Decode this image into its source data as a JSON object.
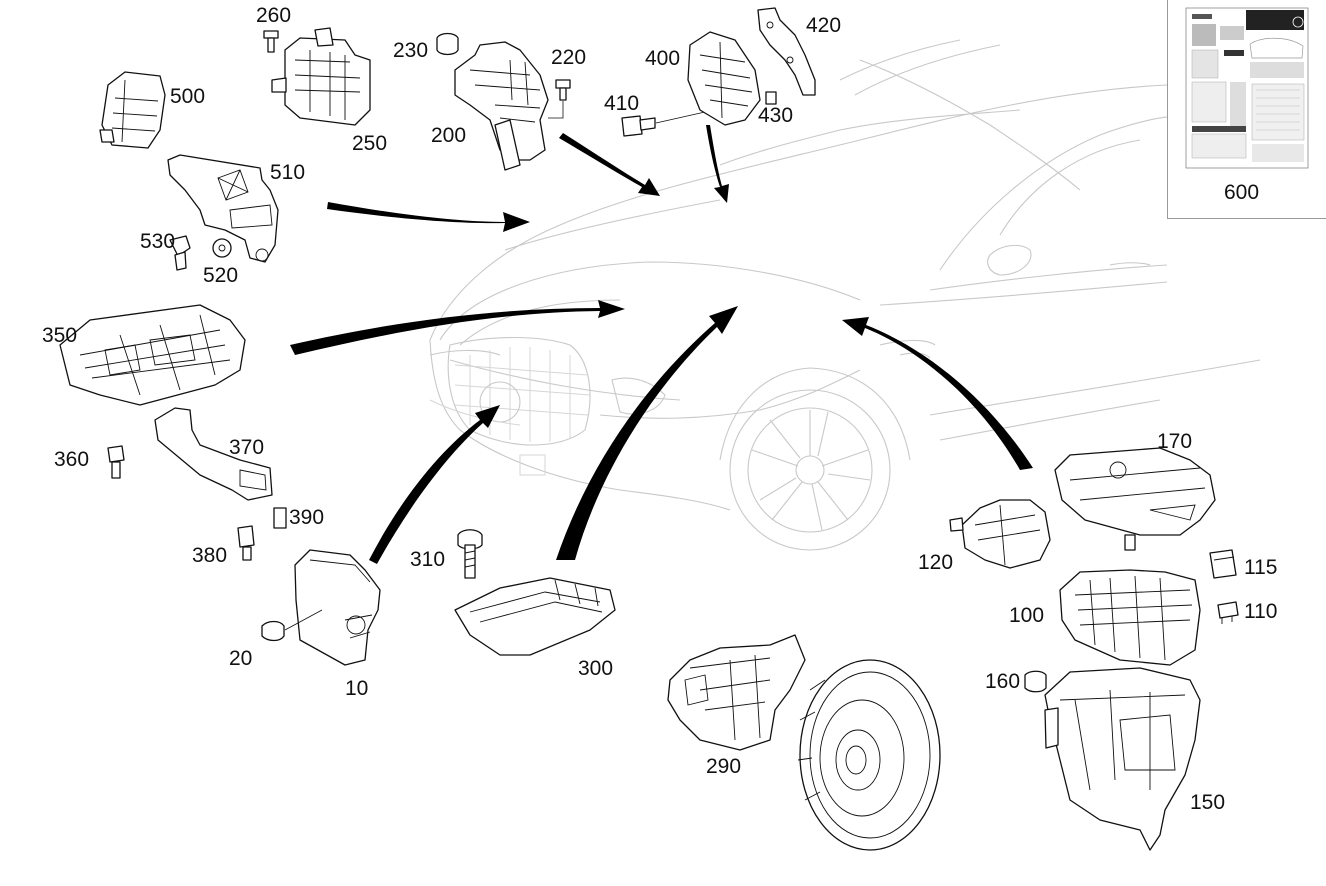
{
  "callouts": {
    "n10": "10",
    "n20": "20",
    "n100": "100",
    "n110": "110",
    "n115": "115",
    "n120": "120",
    "n150": "150",
    "n160": "160",
    "n170": "170",
    "n200": "200",
    "n220": "220",
    "n230": "230",
    "n250": "250",
    "n260": "260",
    "n290": "290",
    "n300": "300",
    "n310": "310",
    "n350": "350",
    "n360": "360",
    "n370": "370",
    "n380": "380",
    "n390": "390",
    "n400": "400",
    "n410": "410",
    "n420": "420",
    "n430": "430",
    "n500": "500",
    "n510": "510",
    "n520": "520",
    "n530": "530",
    "n600": "600"
  }
}
